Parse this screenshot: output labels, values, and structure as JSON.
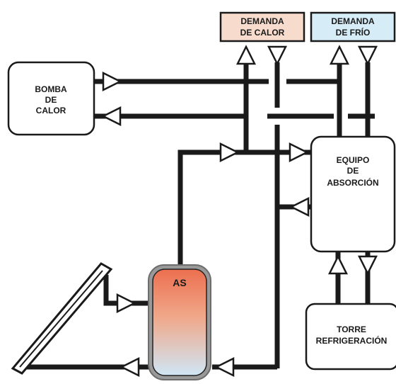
{
  "boxes": {
    "heat_demand": {
      "line1": "DEMANDA",
      "line2": "DE CALOR",
      "fill": "#f7dccd"
    },
    "cold_demand": {
      "line1": "DEMANDA",
      "line2": "DE FRÍO",
      "fill": "#d6ecf7"
    },
    "heat_pump": {
      "line1": "BOMBA",
      "line2": "DE",
      "line3": "CALOR"
    },
    "absorption": {
      "line1": "EQUIPO",
      "line2": "DE",
      "line3": "ABSORCIÓN"
    },
    "cooling_tower": {
      "line1": "TORRE",
      "line2": "REFRIGERACIÓN"
    },
    "storage_tank": {
      "label": "AS",
      "gradient_top": "#ec6f4f",
      "gradient_bottom": "#cfe6f5"
    }
  },
  "colors": {
    "pipe": "#1a1a1a",
    "box_border": "#1a1a1a",
    "tank_border": "#777777",
    "arrow_fill": "#ffffff"
  }
}
